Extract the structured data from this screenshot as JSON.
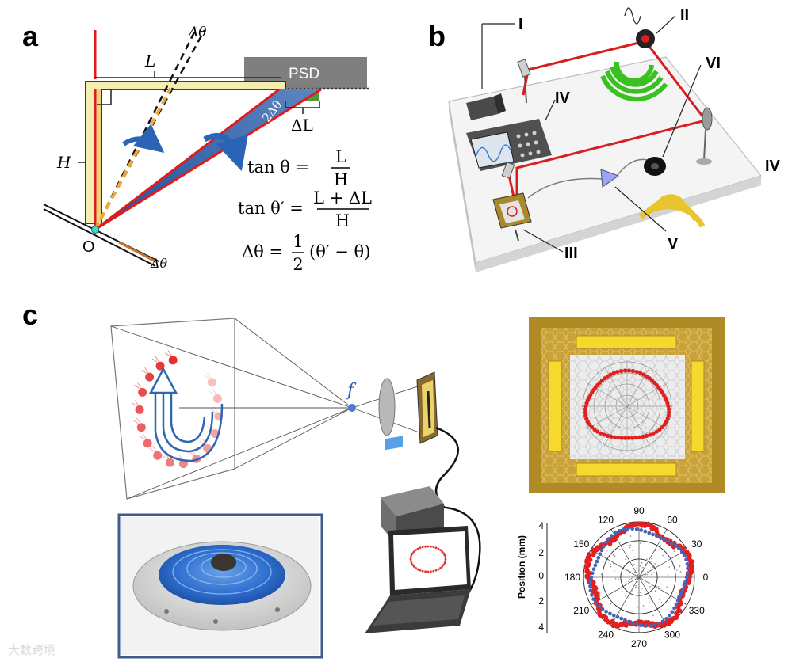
{
  "panel_a": {
    "label": "a",
    "psd": "PSD",
    "L": "L",
    "H": "H",
    "O": "O",
    "dtheta_top": "Δθ",
    "dtheta_bottom": "Δθ",
    "two_dtheta": "2Δθ",
    "deltaL": "ΔL",
    "eq1_lhs": "tan θ =",
    "eq1_num": "L",
    "eq1_den": "H",
    "eq2_lhs": "tan θ′ =",
    "eq2_num": "L + ΔL",
    "eq2_den": "H",
    "eq3_lhs": "Δθ =",
    "eq3_num": "1",
    "eq3_den": "2",
    "eq3_rhs": "(θ′ − θ)"
  },
  "panel_b": {
    "label": "b",
    "marks": [
      "I",
      "II",
      "III",
      "IV",
      "V",
      "VI",
      "IV"
    ]
  },
  "panel_c": {
    "label": "c",
    "focal": "f",
    "polar": {
      "ylabel": "Position (mm)",
      "y_ticks": [
        "4",
        "2",
        "0",
        "2",
        "4"
      ],
      "angle_ticks": [
        "90",
        "60",
        "30",
        "0",
        "330",
        "300",
        "270",
        "240",
        "210",
        "180",
        "150",
        "120"
      ]
    }
  },
  "watermark": "大数跨境",
  "colors": {
    "laser": "#e01b1b",
    "psd": "#7f7f7f",
    "frame_fill": "#f6eeb0",
    "blue_arrow": "#2f66b0",
    "gold": "#b08a24",
    "gold_light": "#f2d233",
    "green": "#38c11f",
    "photo_border": "#3c5d8c"
  }
}
